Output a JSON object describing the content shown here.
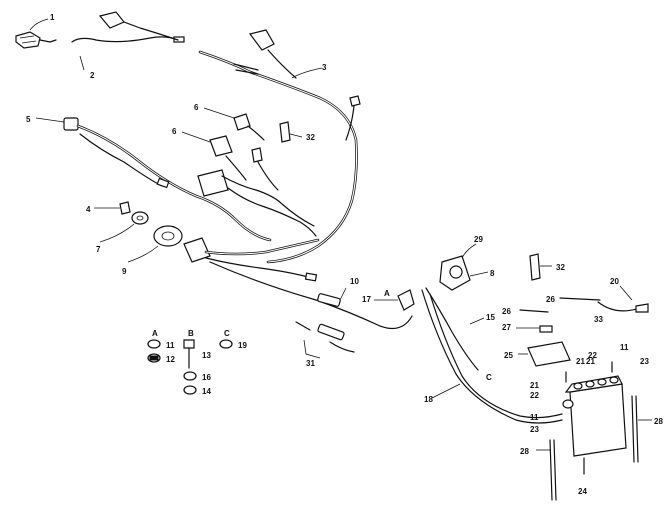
{
  "callouts": [
    {
      "id": "c1",
      "text": "1"
    },
    {
      "id": "c2",
      "text": "2"
    },
    {
      "id": "c3",
      "text": "3"
    },
    {
      "id": "c4",
      "text": "4"
    },
    {
      "id": "c5",
      "text": "5"
    },
    {
      "id": "c6a",
      "text": "6"
    },
    {
      "id": "c6b",
      "text": "6"
    },
    {
      "id": "c7",
      "text": "7"
    },
    {
      "id": "c8",
      "text": "8"
    },
    {
      "id": "c9",
      "text": "9"
    },
    {
      "id": "c10",
      "text": "10"
    },
    {
      "id": "c11a",
      "text": "11"
    },
    {
      "id": "c11b",
      "text": "11"
    },
    {
      "id": "c11c",
      "text": "11"
    },
    {
      "id": "c12",
      "text": "12"
    },
    {
      "id": "c13",
      "text": "13"
    },
    {
      "id": "c14",
      "text": "14"
    },
    {
      "id": "c15",
      "text": "15"
    },
    {
      "id": "c16",
      "text": "16"
    },
    {
      "id": "c17",
      "text": "17"
    },
    {
      "id": "c18",
      "text": "18"
    },
    {
      "id": "c19",
      "text": "19"
    },
    {
      "id": "c20",
      "text": "20"
    },
    {
      "id": "c21a",
      "text": "21"
    },
    {
      "id": "c21b",
      "text": "21"
    },
    {
      "id": "c21c",
      "text": "21"
    },
    {
      "id": "c22a",
      "text": "22"
    },
    {
      "id": "c22b",
      "text": "22"
    },
    {
      "id": "c23a",
      "text": "23"
    },
    {
      "id": "c23b",
      "text": "23"
    },
    {
      "id": "c24",
      "text": "24"
    },
    {
      "id": "c25",
      "text": "25"
    },
    {
      "id": "c26a",
      "text": "26"
    },
    {
      "id": "c26b",
      "text": "26"
    },
    {
      "id": "c27",
      "text": "27"
    },
    {
      "id": "c28a",
      "text": "28"
    },
    {
      "id": "c28b",
      "text": "28"
    },
    {
      "id": "c29",
      "text": "29"
    },
    {
      "id": "c31",
      "text": "31"
    },
    {
      "id": "c32a",
      "text": "32"
    },
    {
      "id": "c32b",
      "text": "32"
    },
    {
      "id": "c33",
      "text": "33"
    },
    {
      "id": "cA1",
      "text": "A"
    },
    {
      "id": "cA2",
      "text": "A"
    },
    {
      "id": "cB",
      "text": "B"
    },
    {
      "id": "cC1",
      "text": "C"
    },
    {
      "id": "cC2",
      "text": "C"
    }
  ],
  "colors": {
    "ink": "#111111",
    "paper": "#ffffff"
  }
}
